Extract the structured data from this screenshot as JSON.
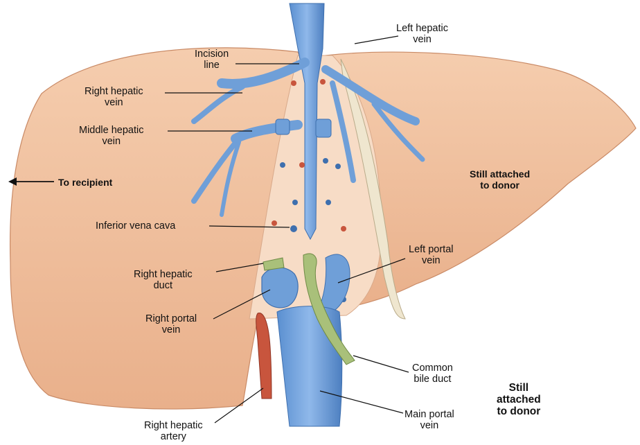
{
  "colors": {
    "liver": "#f2c2a0",
    "liver_dark": "#e6a47f",
    "cut_surface": "#f7dcc6",
    "vein_blue": "#6f9fd8",
    "vein_dark": "#3e6fae",
    "artery_red": "#c8553d",
    "duct_green": "#a9c07a",
    "ligament": "#efe6cf"
  },
  "icons": {
    "arrow": "arrow-left-icon"
  },
  "labels": {
    "left_hepatic_vein": "Left hepatic\nvein",
    "incision_line": "Incision\nline",
    "right_hepatic_vein": "Right hepatic\nvein",
    "middle_hepatic_vein": "Middle hepatic\nvein",
    "to_recipient": "To recipient",
    "still_attached_1": "Still attached\nto donor",
    "inferior_vena_cava": "Inferior vena cava",
    "left_portal_vein": "Left portal\nvein",
    "right_hepatic_duct": "Right hepatic\nduct",
    "right_portal_vein": "Right portal\nvein",
    "common_bile_duct": "Common\nbile duct",
    "still_attached_2": "Still\nattached\nto donor",
    "main_portal_vein": "Main portal\nvein",
    "right_hepatic_artery": "Right hepatic\nartery"
  }
}
